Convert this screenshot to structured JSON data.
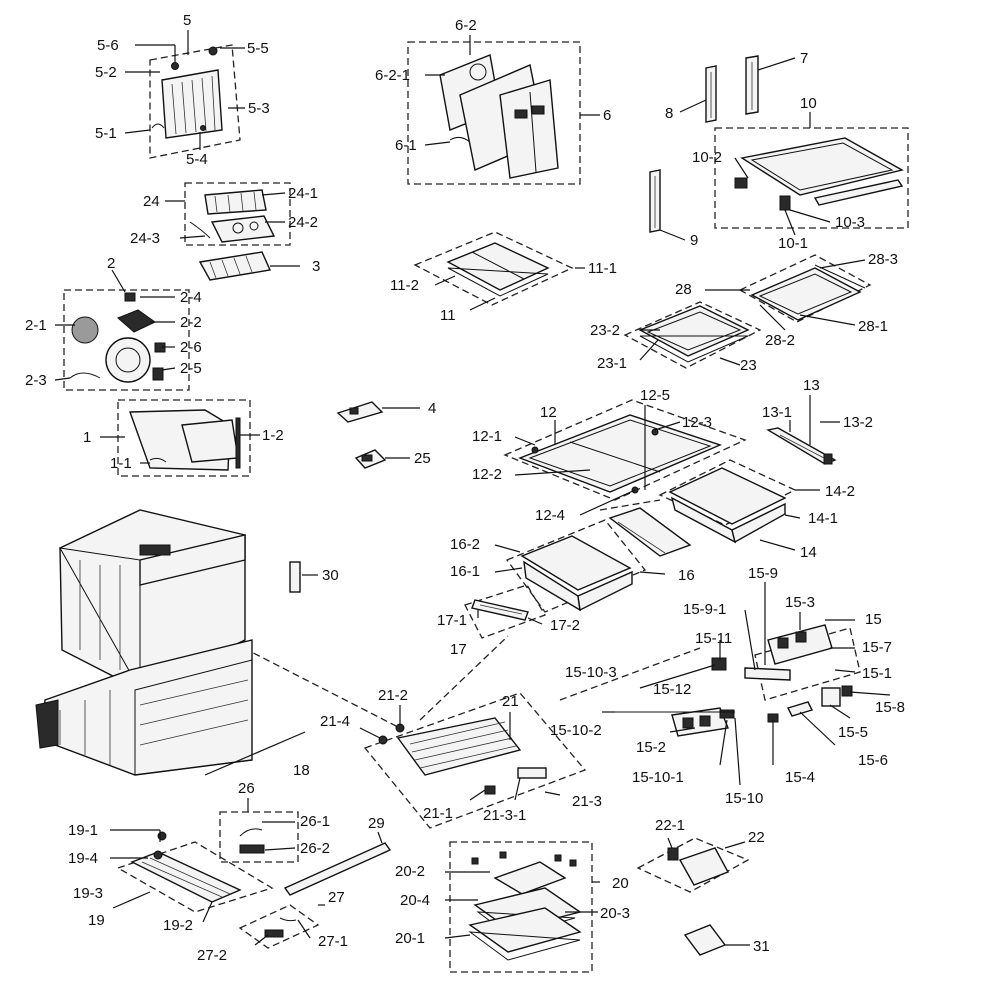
{
  "labels": {
    "l5": "5",
    "l5_5": "5-5",
    "l5_6": "5-6",
    "l5_2": "5-2",
    "l5_3": "5-3",
    "l5_1": "5-1",
    "l5_4": "5-4",
    "l6_2": "6-2",
    "l6_2_1": "6-2-1",
    "l6": "6",
    "l6_1": "6-1",
    "l7": "7",
    "l8": "8",
    "l9": "9",
    "l10": "10",
    "l10_2": "10-2",
    "l10_3": "10-3",
    "l10_1": "10-1",
    "l24": "24",
    "l24_1": "24-1",
    "l24_2": "24-2",
    "l24_3": "24-3",
    "l3": "3",
    "l2": "2",
    "l2_4": "2-4",
    "l2_1": "2-1",
    "l2_2": "2-2",
    "l2_6": "2-6",
    "l2_3": "2-3",
    "l2_5": "2-5",
    "l11_1": "11-1",
    "l11_2": "11-2",
    "l11": "11",
    "l28_3": "28-3",
    "l28": "28",
    "l28_1": "28-1",
    "l28_2": "28-2",
    "l23_2": "23-2",
    "l23_1": "23-1",
    "l23": "23",
    "l1": "1",
    "l1_1": "1-1",
    "l1_2": "1-2",
    "l4": "4",
    "l25": "25",
    "l12_5": "12-5",
    "l12": "12",
    "l12_1": "12-1",
    "l12_3": "12-3",
    "l12_2": "12-2",
    "l12_4": "12-4",
    "l13": "13",
    "l13_1": "13-1",
    "l13_2": "13-2",
    "l14_2": "14-2",
    "l14_1": "14-1",
    "l14": "14",
    "l16_2": "16-2",
    "l16_1": "16-1",
    "l16": "16",
    "l17_1": "17-1",
    "l17_2": "17-2",
    "l17": "17",
    "l30": "30",
    "l15_9": "15-9",
    "l15_9_1": "15-9-1",
    "l15_3": "15-3",
    "l15": "15",
    "l15_11": "15-11",
    "l15_7": "15-7",
    "l15_1": "15-1",
    "l15_10_3": "15-10-3",
    "l15_12": "15-12",
    "l15_8": "15-8",
    "l15_5": "15-5",
    "l15_10_2": "15-10-2",
    "l15_2": "15-2",
    "l15_6": "15-6",
    "l15_10_1": "15-10-1",
    "l15_4": "15-4",
    "l15_10": "15-10",
    "l21_2": "21-2",
    "l21": "21",
    "l21_4": "21-4",
    "l18": "18",
    "l21_3": "21-3",
    "l21_1": "21-1",
    "l21_3_1": "21-3-1",
    "l26": "26",
    "l26_1": "26-1",
    "l26_2": "26-2",
    "l29": "29",
    "l27": "27",
    "l27_1": "27-1",
    "l27_2": "27-2",
    "l19_1": "19-1",
    "l19_4": "19-4",
    "l19_3": "19-3",
    "l19": "19",
    "l19_2": "19-2",
    "l22_1": "22-1",
    "l22": "22",
    "l20_2": "20-2",
    "l20": "20",
    "l20_4": "20-4",
    "l20_3": "20-3",
    "l20_1": "20-1",
    "l31": "31"
  }
}
